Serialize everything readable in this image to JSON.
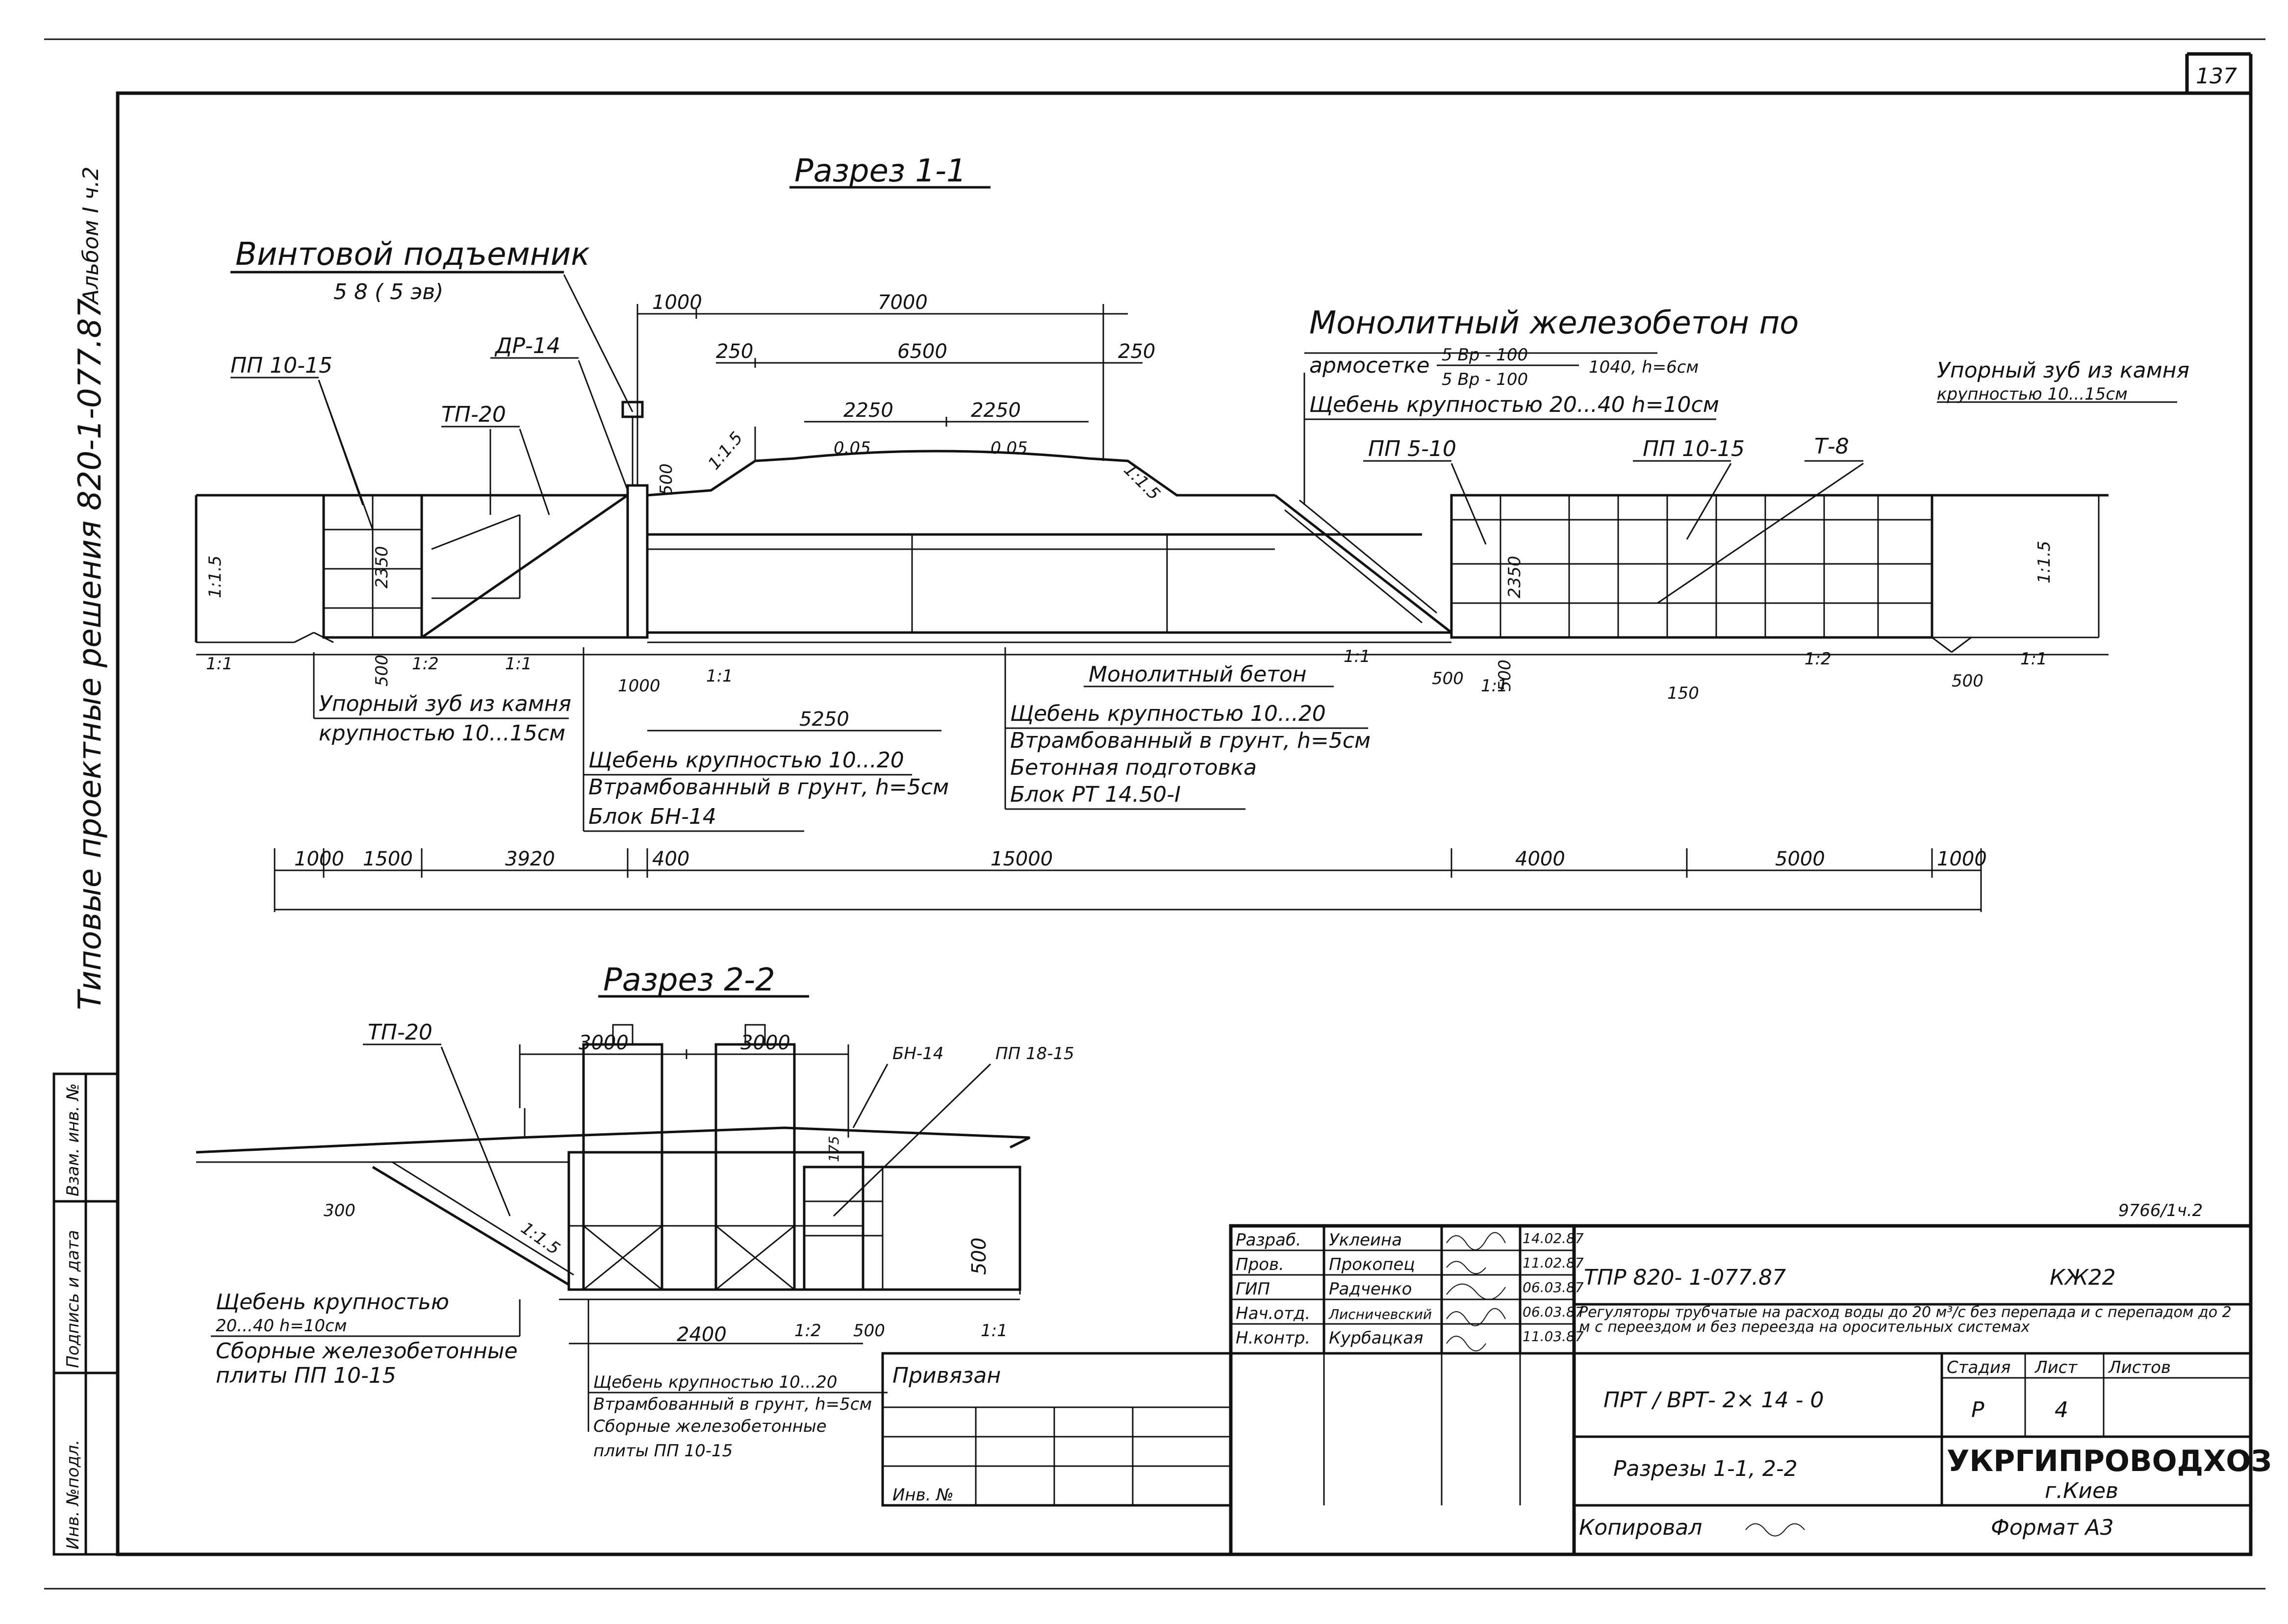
{
  "page_number": "137",
  "album": "Альбом I ч.2",
  "series_vertical": "Типовые проектные решения 820-1-077.87",
  "section1": {
    "title": "Разрез 1-1",
    "lift_label": "Винтовой подъемник",
    "lift_sub": "5 8 ( 5 эв)",
    "labels": {
      "pp1015_left": "ПП 10-15",
      "tp20": "ТП-20",
      "dr14": "ДР-14",
      "pp510": "ПП 5-10",
      "pp1015_right": "ПП 10-15",
      "t8": "Т-8",
      "monolith_line1": "Монолитный железобетон по",
      "monolith_line2": "армосетке",
      "mesh_top": "5 Вр - 100",
      "mesh_bottom": "5 Вр - 100",
      "mesh_after": "1040, h=6см",
      "gravel_top": "Щебень крупностью 20...40   h=10см",
      "stop_tooth_right_1": "Упорный зуб из камня",
      "stop_tooth_right_2": "крупностью 10...15см",
      "stop_tooth_left_1": "Упорный зуб из камня",
      "stop_tooth_left_2": "крупностью 10...15см",
      "gravel_mid_1": "Щебень крупностью 10...20",
      "gravel_mid_2": "Втрамбованный в грунт, h=5см",
      "gravel_mid_3": "Блок  БН-14",
      "monolith_concrete": "Монолитный бетон",
      "gravel_right_1": "Щебень крупностью 10...20",
      "gravel_right_2": "Втрамбованный в грунт, h=5см",
      "gravel_right_3": "Бетонная подготовка",
      "gravel_right_4": "Блок  РТ 14.50-I"
    },
    "dims": {
      "d1000a": "1000",
      "d7000": "7000",
      "d250a": "250",
      "d6500": "6500",
      "d250b": "250",
      "d2250a": "2250",
      "d2250b": "2250",
      "slope005a": "0.05",
      "slope005b": "0.05",
      "d500": "500",
      "s115a": "1:1.5",
      "s115b": "1:1.5",
      "d2350a": "2350",
      "d2350b": "2350",
      "s115_left": "1:1.5",
      "s115_right": "1:1.5",
      "s11a": "1:1",
      "s12a": "1:2",
      "s11b": "1:1",
      "d500b": "500",
      "d1000b": "1000",
      "s11c": "1:1",
      "d5250": "5250",
      "s11d": "1:1",
      "d500c": "500",
      "d500d": "500",
      "s11e": "1:1",
      "d150": "150",
      "s12b": "1:2",
      "s11f": "1:1",
      "d500e": "500",
      "bottom": [
        "1000",
        "1500",
        "3920",
        "400",
        "15000",
        "4000",
        "5000",
        "1000"
      ]
    }
  },
  "section2": {
    "title": "Разрез 2-2",
    "labels": {
      "tp20": "ТП-20",
      "bn14": "БН-14",
      "pp1815": "ПП 18-15",
      "gravel_1": "Щебень крупностью",
      "gravel_2": "20...40       h=10см",
      "plates_1": "Сборные железобетонные",
      "plates_2": "плиты  ПП 10-15",
      "bottom_1": "Щебень крупностью 10...20",
      "bottom_2": "Втрамбованный в грунт, h=5см",
      "bottom_3": "Сборные железобетонные",
      "bottom_4": "плиты  ПП 10-15"
    },
    "dims": {
      "d3000a": "3000",
      "d3000b": "3000",
      "d300": "300",
      "s115": "1:1.5",
      "d2400": "2400",
      "s12": "1:2",
      "d500": "500",
      "s11": "1:1",
      "d500b": "500",
      "d175": "175"
    }
  },
  "side_stamp": [
    "Инв. №подл.",
    "Подпись и дата",
    "Взам. инв. №"
  ],
  "title_block": {
    "archive_no": "9766/1ч.2",
    "roles": [
      "Разраб.",
      "Пров.",
      "ГИП",
      "Нач.отд.",
      "Н.контр."
    ],
    "names": [
      "Уклеина",
      "Прокопец",
      "Радченко",
      "Лисничевский",
      "Курбацкая"
    ],
    "dates": [
      "14.02.87",
      "11.02.87",
      "06.03.87",
      "06.03.87",
      "11.03.87"
    ],
    "code": "ТПР 820- 1-077.87",
    "sheet_code": "КЖ22",
    "description": "Регуляторы трубчатые на расход воды до 20 м³/с без перепада и с перепадом до 2 м с переездом и без переезда на оросительных системах",
    "object_code": "ПРТ / ВРТ- 2× 14 - 0",
    "stage_label": "Стадия",
    "sheet_label": "Лист",
    "sheets_label": "Листов",
    "stage": "Р",
    "sheet": "4",
    "drawing_title": "Разрезы 1-1, 2-2",
    "org": "УКРГИПРОВОДХОЗ",
    "city": "г.Киев",
    "binding": "Привязан",
    "inv": "Инв. №",
    "copied": "Копировал",
    "format": "Формат  А3"
  }
}
